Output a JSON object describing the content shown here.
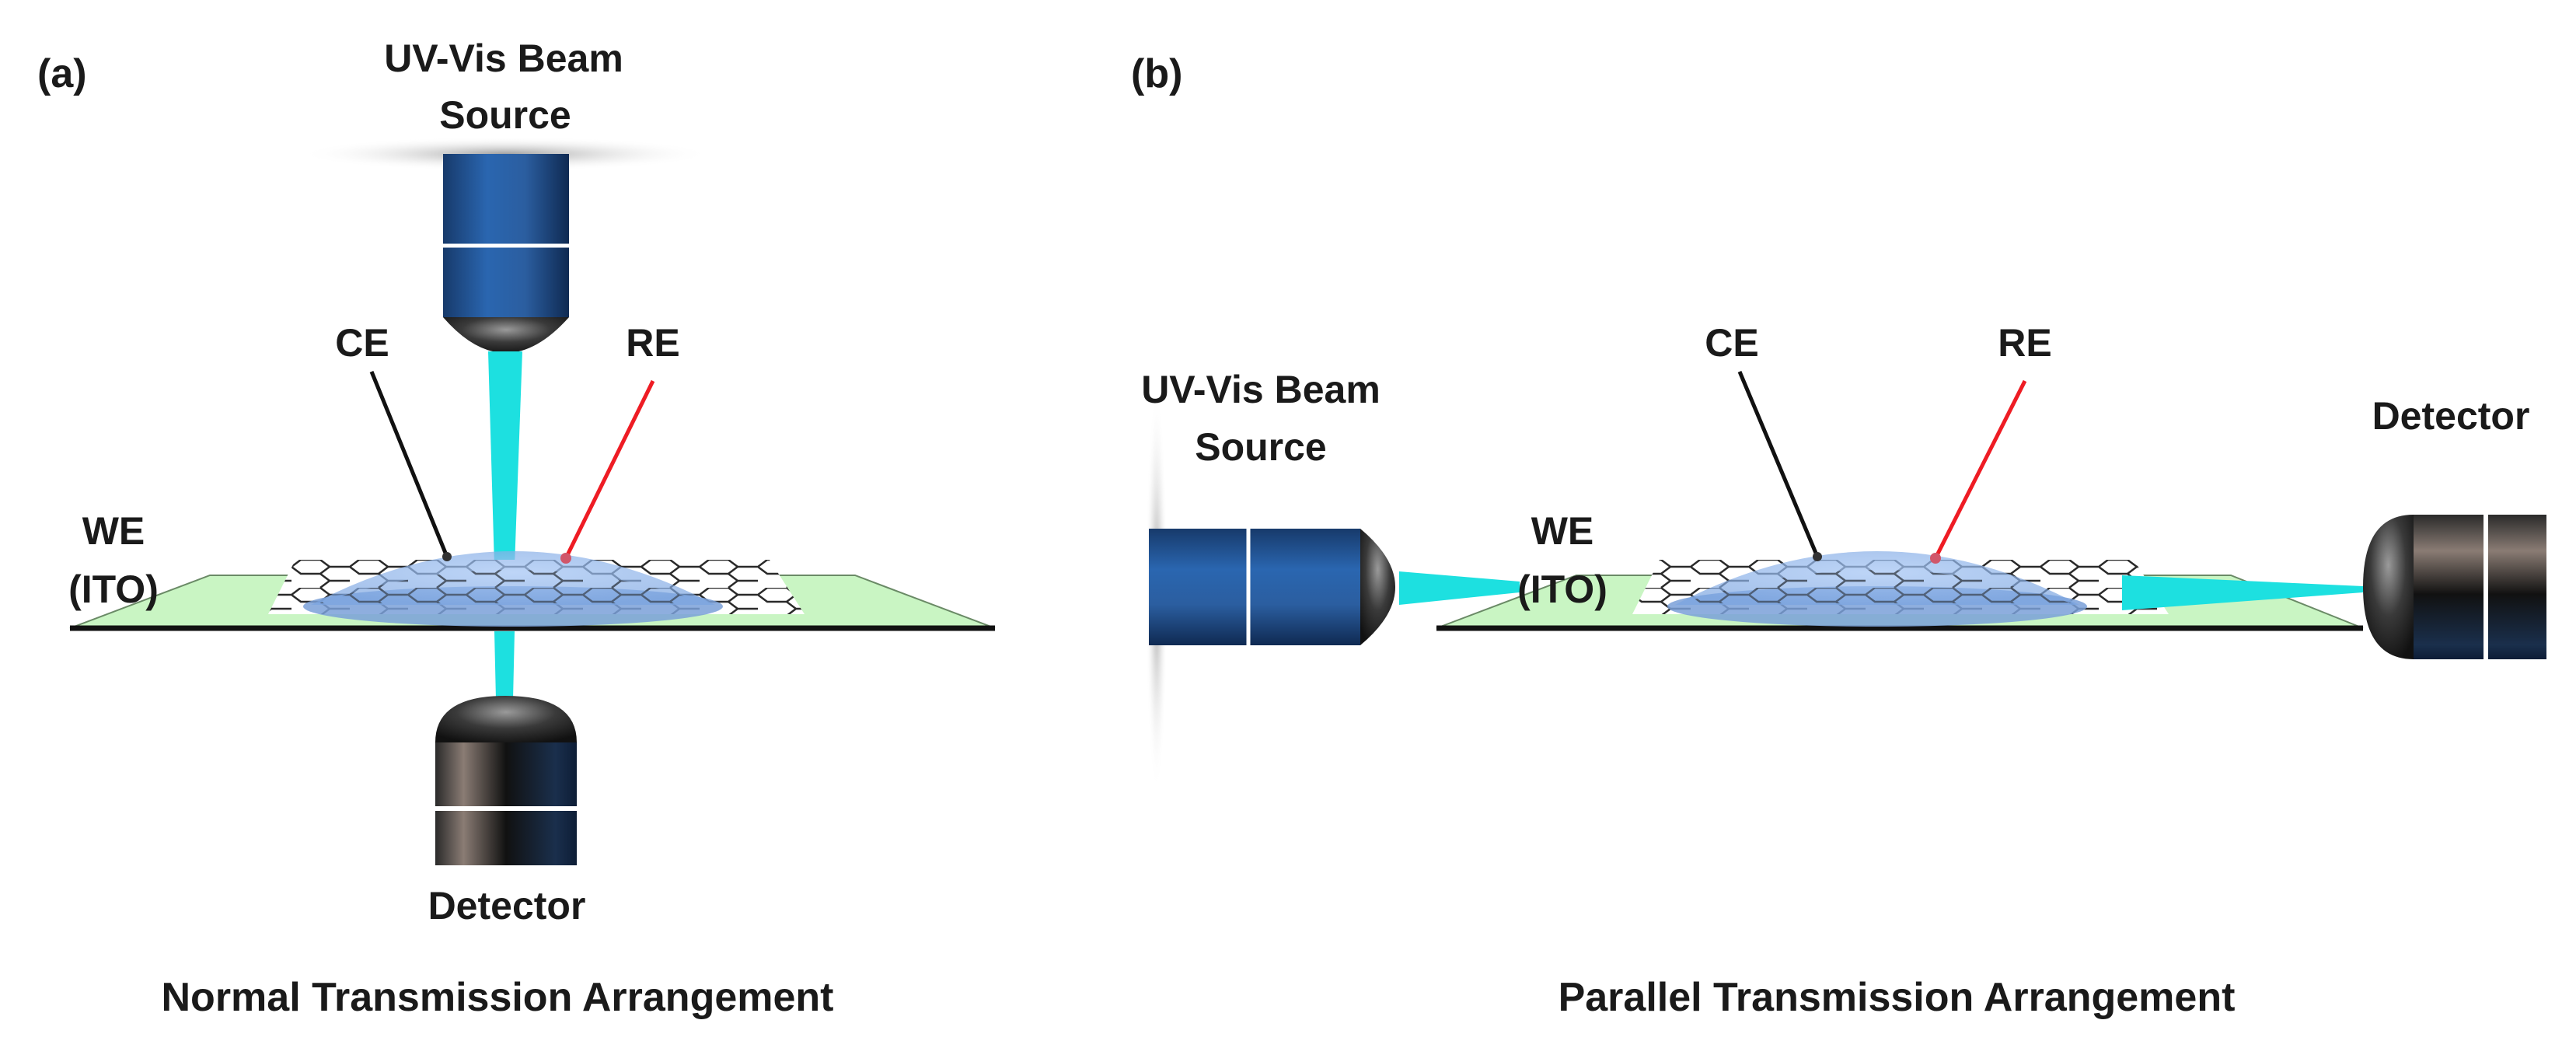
{
  "panels": [
    {
      "id": "a",
      "tag": "(a)",
      "source_label": [
        "UV-Vis Beam",
        "Source"
      ],
      "ce_label": "CE",
      "re_label": "RE",
      "we_label": [
        "WE",
        "(ITO)"
      ],
      "detector_label": "Detector",
      "caption": "Normal Transmission Arrangement"
    },
    {
      "id": "b",
      "tag": "(b)",
      "source_label": [
        "UV-Vis Beam",
        "Source"
      ],
      "ce_label": "CE",
      "re_label": "RE",
      "we_label": [
        "WE",
        "(ITO)"
      ],
      "detector_label": "Detector",
      "caption": "Parallel Transmission Arrangement"
    }
  ],
  "colors": {
    "beam": "#1de0e0",
    "substrate": "#c9f5c3",
    "droplet": "#8fb6ec",
    "lens_body": "#1f4e8a",
    "detector_body": "#1a1a1a",
    "ce_wire": "#111111",
    "re_wire": "#ee1c24"
  }
}
